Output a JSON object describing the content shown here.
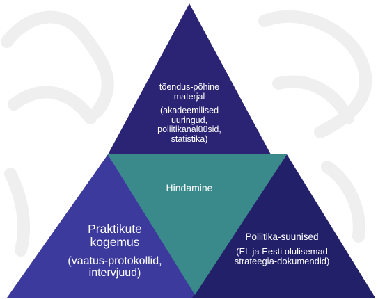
{
  "colors": {
    "top_triangle": "#2b2474",
    "left_triangle": "#3c3a9c",
    "right_triangle": "#23206a",
    "center_triangle": "#3a8a8c",
    "text": "#ffffff",
    "background_texture": "#f0f0f0"
  },
  "top": {
    "title": "tõendus-põhine materjal",
    "subtitle": "(akadeemilised uuringud, poliitikanalüüsid, statistika)"
  },
  "center": {
    "label": "Hindamine"
  },
  "left": {
    "title": "Praktikute kogemus",
    "subtitle": "(vaatus-protokollid, intervjuud)"
  },
  "right": {
    "title": "Poliitika-suunised",
    "subtitle": "(EL ja Eesti olulisemad strateegia-dokumendid)"
  }
}
